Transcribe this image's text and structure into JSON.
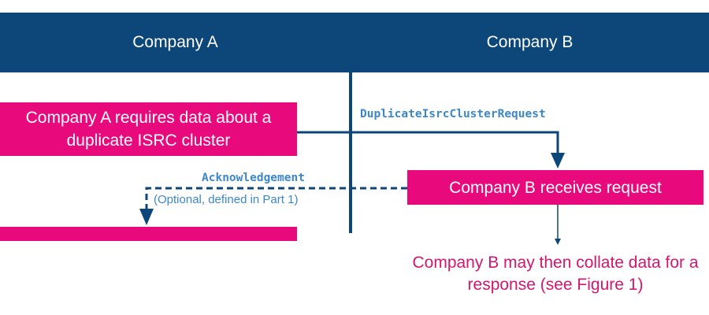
{
  "columns": {
    "company_a": "Company A",
    "company_b": "Company B"
  },
  "steps": {
    "a_request": "Company A requires data about a duplicate ISRC cluster",
    "b_receives": "Company B receives request",
    "b_followup": "Company B may then collate data for a response (see Figure 1)"
  },
  "messages": {
    "request": "DuplicateIsrcClusterRequest",
    "acknowledgement": "Acknowledgement",
    "acknowledgement_note": "(Optional, defined in Part 1)"
  },
  "colors": {
    "header": "#0d4679",
    "process_box": "#e8097d",
    "message_label": "#3d87c9",
    "followup_text": "#d4166e"
  }
}
